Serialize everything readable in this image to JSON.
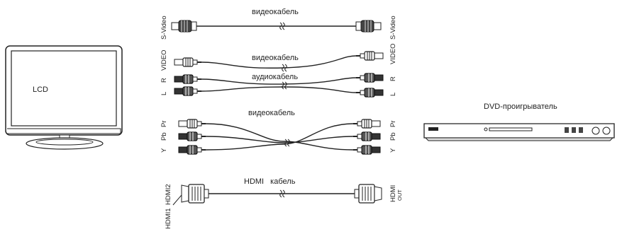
{
  "tv": {
    "label": "LCD"
  },
  "player": {
    "label": "DVD-проигрыватель"
  },
  "cables": {
    "svideo": {
      "label": "видеокабель",
      "left": "S-Video",
      "right": "S-Video"
    },
    "composite": {
      "video_label": "видеокабель",
      "audio_label": "аудиокабель",
      "left_video": "VIDEO",
      "left_r": "R",
      "left_l": "L",
      "right_video": "VIDEO",
      "right_r": "R",
      "right_l": "L"
    },
    "component": {
      "label": "видеокабель",
      "left_pr": "Pr",
      "left_pb": "Pb",
      "left_y": "Y",
      "right_pr": "Pr",
      "right_pb": "Pb",
      "right_y": "Y"
    },
    "hdmi": {
      "label_a": "HDMI",
      "label_b": "кабель",
      "left_hdmi2": "HDMI2",
      "left_hdmi1": "HDMI1",
      "right_hdmi": "HDMI",
      "right_out": "OUT"
    }
  }
}
